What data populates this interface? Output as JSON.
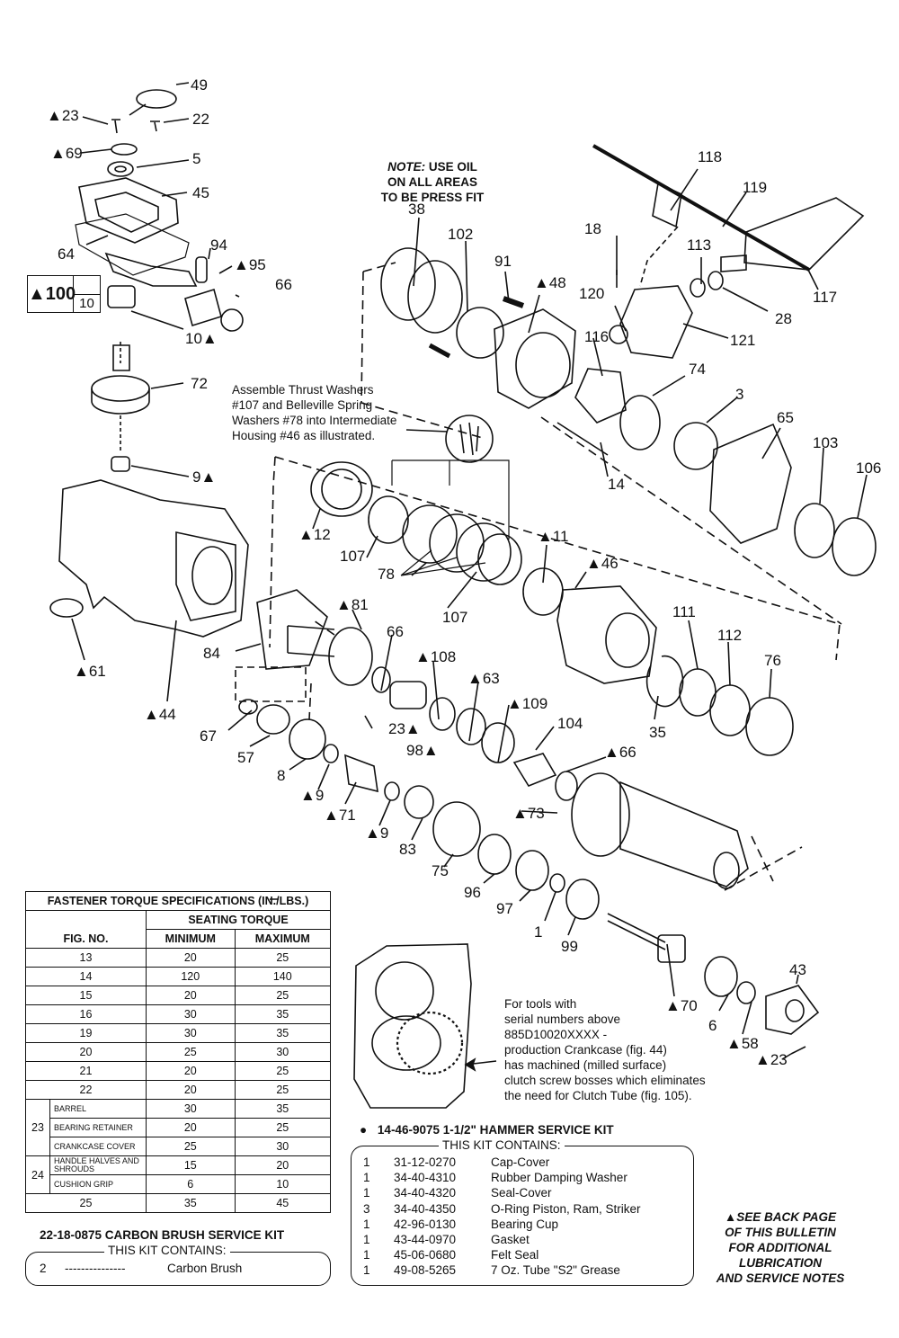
{
  "diagram": {
    "part_labels": [
      {
        "id": "p49",
        "text": "49"
      },
      {
        "id": "p23a",
        "text": "▲23"
      },
      {
        "id": "p22",
        "text": "22"
      },
      {
        "id": "p69",
        "text": "▲69"
      },
      {
        "id": "p5",
        "text": "5"
      },
      {
        "id": "p45",
        "text": "45"
      },
      {
        "id": "p64",
        "text": "64"
      },
      {
        "id": "p94",
        "text": "94"
      },
      {
        "id": "p95",
        "text": "▲95"
      },
      {
        "id": "p66a",
        "text": "66"
      },
      {
        "id": "p10",
        "text": "10▲"
      },
      {
        "id": "p72",
        "text": "72"
      },
      {
        "id": "p9a",
        "text": "9▲"
      },
      {
        "id": "p61",
        "text": "▲61"
      },
      {
        "id": "p44",
        "text": "▲44"
      },
      {
        "id": "p84",
        "text": "84"
      },
      {
        "id": "p67",
        "text": "67"
      },
      {
        "id": "p57",
        "text": "57"
      },
      {
        "id": "p8",
        "text": "8"
      },
      {
        "id": "p9b",
        "text": "▲9"
      },
      {
        "id": "p71",
        "text": "▲71"
      },
      {
        "id": "p9c",
        "text": "▲9"
      },
      {
        "id": "p23b",
        "text": "23▲"
      },
      {
        "id": "p98",
        "text": "98▲"
      },
      {
        "id": "p83",
        "text": "83"
      },
      {
        "id": "p75",
        "text": "75"
      },
      {
        "id": "p96",
        "text": "96"
      },
      {
        "id": "p97",
        "text": "97"
      },
      {
        "id": "p1",
        "text": "1"
      },
      {
        "id": "p99",
        "text": "99"
      },
      {
        "id": "p81",
        "text": "▲81"
      },
      {
        "id": "p66b",
        "text": "66"
      },
      {
        "id": "p108",
        "text": "▲108"
      },
      {
        "id": "p63",
        "text": "▲63"
      },
      {
        "id": "p109",
        "text": "▲109"
      },
      {
        "id": "p104",
        "text": "104"
      },
      {
        "id": "p66c",
        "text": "▲66"
      },
      {
        "id": "p73",
        "text": "▲73"
      },
      {
        "id": "p12",
        "text": "▲12"
      },
      {
        "id": "p107a",
        "text": "107"
      },
      {
        "id": "p78",
        "text": "78"
      },
      {
        "id": "p107b",
        "text": "107"
      },
      {
        "id": "p11",
        "text": "▲11"
      },
      {
        "id": "p46",
        "text": "▲46"
      },
      {
        "id": "p111",
        "text": "111"
      },
      {
        "id": "p112",
        "text": "112"
      },
      {
        "id": "p76",
        "text": "76"
      },
      {
        "id": "p35",
        "text": "35"
      },
      {
        "id": "p38",
        "text": "38"
      },
      {
        "id": "p102",
        "text": "102"
      },
      {
        "id": "p91",
        "text": "91"
      },
      {
        "id": "p48",
        "text": "▲48"
      },
      {
        "id": "p18",
        "text": "18"
      },
      {
        "id": "p120",
        "text": "120"
      },
      {
        "id": "p116",
        "text": "116"
      },
      {
        "id": "p14",
        "text": "14"
      },
      {
        "id": "p74",
        "text": "74"
      },
      {
        "id": "p3",
        "text": "3"
      },
      {
        "id": "p65",
        "text": "65"
      },
      {
        "id": "p103",
        "text": "103"
      },
      {
        "id": "p106",
        "text": "106"
      },
      {
        "id": "p118",
        "text": "118"
      },
      {
        "id": "p119",
        "text": "119"
      },
      {
        "id": "p113",
        "text": "113"
      },
      {
        "id": "p28",
        "text": "28"
      },
      {
        "id": "p117",
        "text": "117"
      },
      {
        "id": "p121",
        "text": "121"
      },
      {
        "id": "p70",
        "text": "▲70"
      },
      {
        "id": "p6",
        "text": "6"
      },
      {
        "id": "p58",
        "text": "▲58"
      },
      {
        "id": "p43",
        "text": "43"
      },
      {
        "id": "p23c",
        "text": "▲23"
      }
    ],
    "box100_top": "▲100",
    "box100_bottom": "10",
    "note_oil": [
      "NOTE: USE OIL",
      "ON ALL AREAS",
      "TO BE PRESS FIT"
    ],
    "note_oil_prefix": "NOTE:",
    "note_thrust": [
      "Assemble Thrust Washers",
      "#107 and Belleville Spring",
      "Washers #78 into Intermediate",
      "Housing #46 as illustrated."
    ],
    "note_serial": [
      "For tools with",
      "serial numbers above",
      "885D10020XXXX -",
      "production Crankcase (fig. 44)",
      "has machined (milled surface)",
      "clutch screw bosses which eliminates",
      "the need for Clutch Tube (fig. 105)."
    ],
    "back_page_note": [
      "▲SEE BACK PAGE",
      "OF THIS BULLETIN",
      "FOR ADDITIONAL",
      "LUBRICATION",
      "AND SERVICE NOTES"
    ]
  },
  "torque_table": {
    "title": "FASTENER TORQUE SPECIFICATIONS (IN./LBS.)",
    "group_header": "SEATING TORQUE",
    "col_fig": "FIG. NO.",
    "col_min": "MINIMUM",
    "col_max": "MAXIMUM",
    "rows": [
      {
        "fig": "13",
        "min": "20",
        "max": "25"
      },
      {
        "fig": "14",
        "min": "120",
        "max": "140"
      },
      {
        "fig": "15",
        "min": "20",
        "max": "25"
      },
      {
        "fig": "16",
        "min": "30",
        "max": "35"
      },
      {
        "fig": "19",
        "min": "30",
        "max": "35"
      },
      {
        "fig": "20",
        "min": "25",
        "max": "30"
      },
      {
        "fig": "21",
        "min": "20",
        "max": "25"
      },
      {
        "fig": "22",
        "min": "20",
        "max": "25"
      }
    ],
    "group23": {
      "fig": "23",
      "items": [
        {
          "sub": "BARREL",
          "min": "30",
          "max": "35"
        },
        {
          "sub": "BEARING RETAINER",
          "min": "20",
          "max": "25"
        },
        {
          "sub": "CRANKCASE COVER",
          "min": "25",
          "max": "30"
        }
      ]
    },
    "group24": {
      "fig": "24",
      "items": [
        {
          "sub": "HANDLE HALVES AND SHROUDS",
          "min": "15",
          "max": "20"
        },
        {
          "sub": "CUSHION GRIP",
          "min": "6",
          "max": "10"
        }
      ]
    },
    "last_row": {
      "fig": "25",
      "min": "35",
      "max": "45"
    }
  },
  "brush_kit": {
    "title": "22-18-0875 CARBON BRUSH SERVICE KIT",
    "legend": "THIS KIT CONTAINS:",
    "qty": "2",
    "dashes": "---------------",
    "desc": "Carbon Brush"
  },
  "hammer_kit": {
    "title": "14-46-9075 1-1/2\" HAMMER SERVICE KIT",
    "bullet": "●",
    "legend": "THIS KIT CONTAINS:",
    "items": [
      {
        "qty": "1",
        "part": "31-12-0270",
        "desc": "Cap-Cover"
      },
      {
        "qty": "1",
        "part": "34-40-4310",
        "desc": "Rubber Damping Washer"
      },
      {
        "qty": "1",
        "part": "34-40-4320",
        "desc": "Seal-Cover"
      },
      {
        "qty": "3",
        "part": "34-40-4350",
        "desc": "O-Ring  Piston, Ram, Striker"
      },
      {
        "qty": "1",
        "part": "42-96-0130",
        "desc": "Bearing Cup"
      },
      {
        "qty": "1",
        "part": "43-44-0970",
        "desc": "Gasket"
      },
      {
        "qty": "1",
        "part": "45-06-0680",
        "desc": "Felt Seal"
      },
      {
        "qty": "1",
        "part": "49-08-5265",
        "desc": "7 Oz. Tube \"S2\" Grease"
      }
    ]
  }
}
